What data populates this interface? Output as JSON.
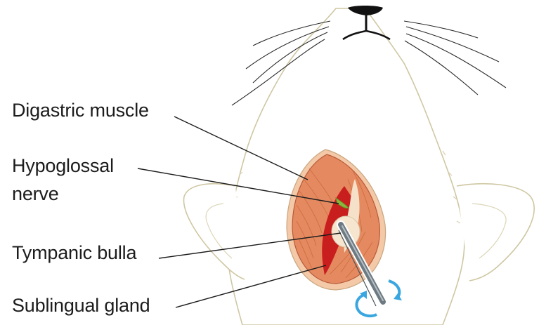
{
  "labels": {
    "digastric_muscle": "Digastric muscle",
    "hypoglossal_nerve_line1": "Hypoglossal",
    "hypoglossal_nerve_line2": "nerve",
    "tympanic_bulla": "Tympanic bulla",
    "sublingual_gland": "Sublingual gland"
  },
  "colors": {
    "muscle": "#e58a60",
    "muscle_stroke": "#b85a3a",
    "incision_rim": "#f0b08a",
    "opening": "#c81e1e",
    "bulla": "#f6e6cf",
    "nerve": "#8ab83c",
    "instrument": "#6e7a82",
    "rotation_arrow": "#3aa6e0",
    "head_outline": "#cfc7a2",
    "whisker": "#2a2a2a",
    "nose": "#111111"
  },
  "icons": {
    "rotation": "rotation-arrow-icon"
  }
}
